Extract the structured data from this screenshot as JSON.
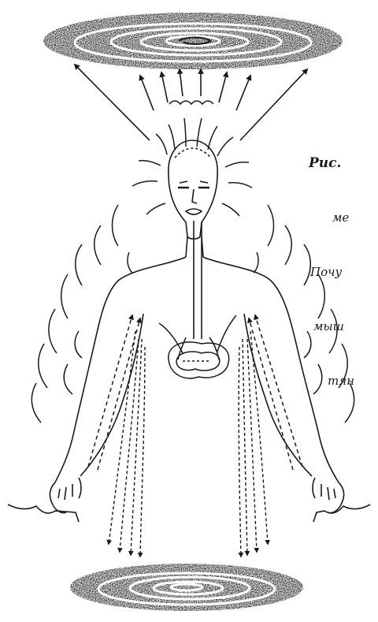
{
  "caption": {
    "label": "Рис.",
    "lines": [
      "ме",
      "Почу",
      "мыш",
      "тян"
    ]
  },
  "colors": {
    "ink": "#1a1a1a",
    "paper": "#ffffff",
    "vortex": "#2b2b2b"
  },
  "icons": {
    "top_vortex": "spiral-galaxy-icon",
    "bottom_vortex": "spiral-galaxy-icon",
    "figure": "human-energy-figure-icon",
    "arrows": "arrow-up-icon"
  }
}
